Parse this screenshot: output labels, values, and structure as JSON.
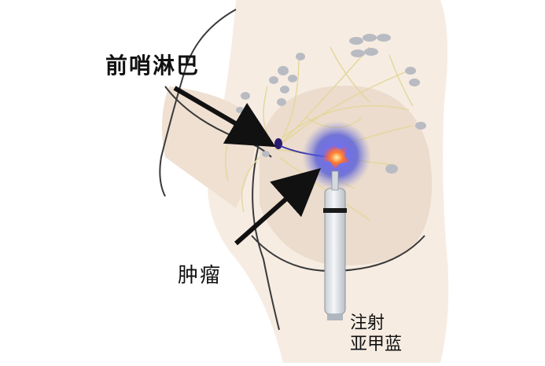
{
  "labels": {
    "sentinel_lymph": "前哨淋巴",
    "tumor": "肿瘤",
    "injection_line1": "注射",
    "injection_line2": "亚甲蓝"
  },
  "colors": {
    "skin_back": "#f6ece2",
    "skin_front": "#ecdccd",
    "outline": "#3a3a3a",
    "lymph_vessel": "#e7dfa6",
    "lymph_node": "#b7b9c0",
    "sentinel_node": "#2a1c73",
    "tumor_glow": "#4a4fe0",
    "tumor_core": "#ff6a2a",
    "arrow": "#111111",
    "needle": "#d9dde2"
  }
}
